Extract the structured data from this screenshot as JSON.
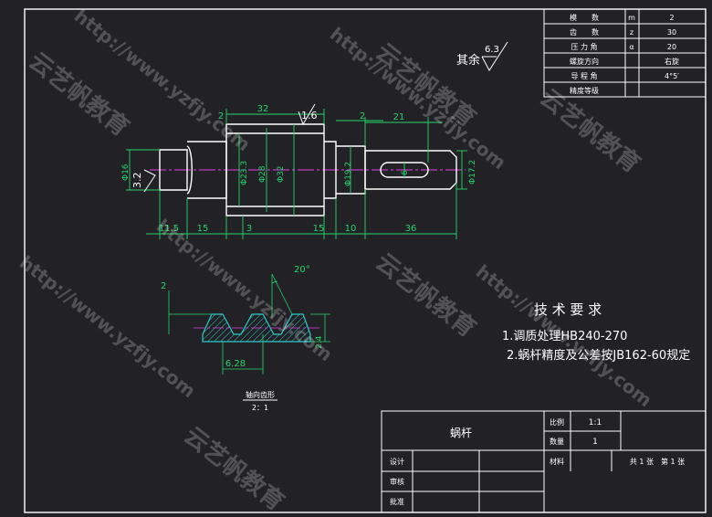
{
  "param_table": [
    {
      "name": "模　　数",
      "symbol": "m",
      "value": "2"
    },
    {
      "name": "齿　　数",
      "symbol": "z",
      "value": "30"
    },
    {
      "name": "压 力 角",
      "symbol": "α",
      "value": "20"
    },
    {
      "name": "螺旋方向",
      "symbol": "",
      "value": "右旋"
    },
    {
      "name": "导 程 角",
      "symbol": "",
      "value": "4°5′"
    },
    {
      "name": "精度等级",
      "symbol": "",
      "value": ""
    }
  ],
  "roughness_note": {
    "prefix": "其余",
    "value": "6.3"
  },
  "roughness_marks": [
    "1.6",
    "3.2"
  ],
  "top_dims": [
    "32",
    "2",
    "21",
    "2"
  ],
  "diameters": [
    "Φ16",
    "Φ23.3",
    "Φ28",
    "Φ32",
    "Φ19.2",
    "Φ17.2"
  ],
  "keyway_dim": "6",
  "bottom_dims": [
    "11.5",
    "15",
    "3",
    "15",
    "10",
    "36"
  ],
  "tooth_detail": {
    "angle": "20°",
    "left_dim": "2",
    "height_dim": "2.4",
    "pitch_dim": "6.28",
    "caption": "轴向齿形",
    "scale": "2：1"
  },
  "tech_requirements": {
    "heading": "技 术 要 求",
    "items": [
      "1.调质处理HB240-270",
      "2.蜗杆精度及公差按JB162-60规定"
    ]
  },
  "title_block": {
    "part_name": "蜗杆",
    "scale_label": "比例",
    "scale_value": "1:1",
    "qty_label": "数量",
    "qty_value": "1",
    "material_label": "材料",
    "sheet_info": "共 1 张　第 1 张",
    "designer_label": "设计",
    "checker_label": "审核",
    "approver_label": "批准"
  },
  "watermarks": [
    "http://www.yzfjy.com",
    "云艺帆教育"
  ],
  "colors": {
    "background": "#222226",
    "lines": "#ffffff",
    "dimensions": "#22d46a",
    "centerline": "#e040e0"
  }
}
